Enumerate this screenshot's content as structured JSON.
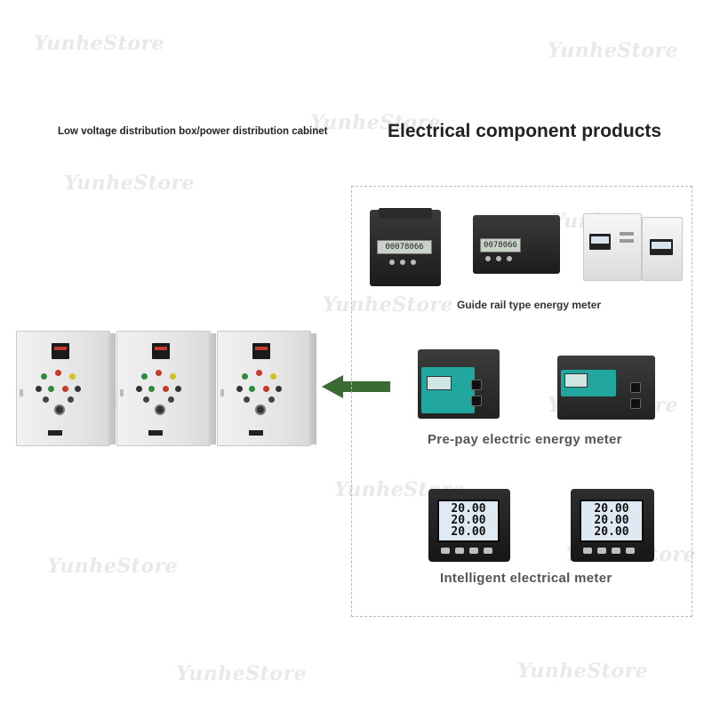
{
  "watermark": "YunheStore",
  "left_title": "Low voltage distribution box/power distribution cabinet",
  "right_title": "Electrical component products",
  "sections": [
    {
      "label": "Guide rail type energy meter"
    },
    {
      "label": "Pre-pay electric energy meter"
    },
    {
      "label": "Intelligent electrical meter"
    }
  ],
  "rail_meter_readings": [
    "00078066",
    "0078066"
  ],
  "panel_meter_readings": [
    "20.00",
    "20.00",
    "20.00"
  ],
  "colors": {
    "arrow": "#3a6b32",
    "prepay_face": "#22a79f",
    "cabinet": "#e6e6e6",
    "panel_border": "#b9b9b9"
  },
  "icons": [
    "arrow-left-icon",
    "energy-meter-icon",
    "prepay-meter-icon",
    "panel-meter-icon",
    "distribution-cabinet-icon"
  ]
}
